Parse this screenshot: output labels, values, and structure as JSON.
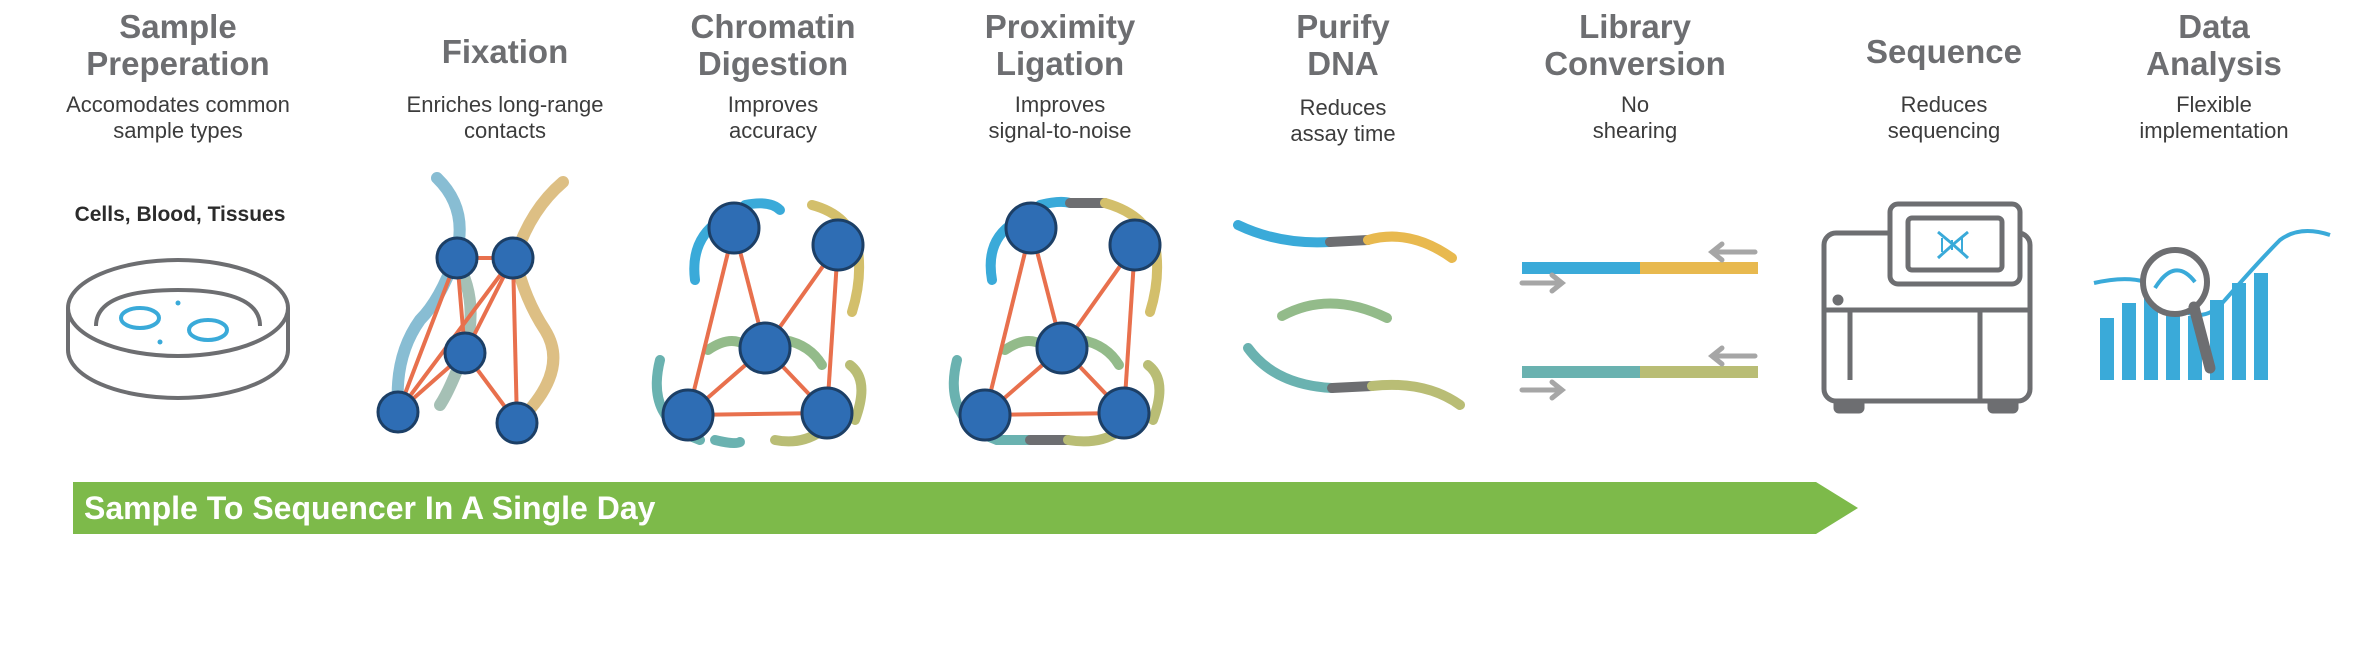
{
  "steps": [
    {
      "title": "Sample\nPreperation",
      "desc": "Accomodates common\nsample types"
    },
    {
      "title": "Fixation",
      "desc": "Enriches long-range\ncontacts"
    },
    {
      "title": "Chromatin\nDigestion",
      "desc": "Improves\naccuracy"
    },
    {
      "title": "Proximity\nLigation",
      "desc": "Improves\nsignal-to-noise"
    },
    {
      "title": "Purify\nDNA",
      "desc": "Reduces\nassay time"
    },
    {
      "title": "Library\nConversion",
      "desc": "No\nshearing"
    },
    {
      "title": "Sequence",
      "desc": "Reduces\nsequencing"
    },
    {
      "title": "Data\nAnalysis",
      "desc": "Flexible\nimplementation"
    }
  ],
  "sample_label": "Cells, Blood, Tissues",
  "banner": {
    "text": "Sample To Sequencer In A Single Day"
  },
  "colors": {
    "heading": "#6d6e71",
    "node": "#2e6db4",
    "edge": "#e8704d",
    "banner": "#7dba4a",
    "blue": "#3aaad9",
    "gold": "#e8b94f",
    "teal": "#6ab2b0",
    "sage": "#93bb8a",
    "grey": "#6d6e71"
  }
}
